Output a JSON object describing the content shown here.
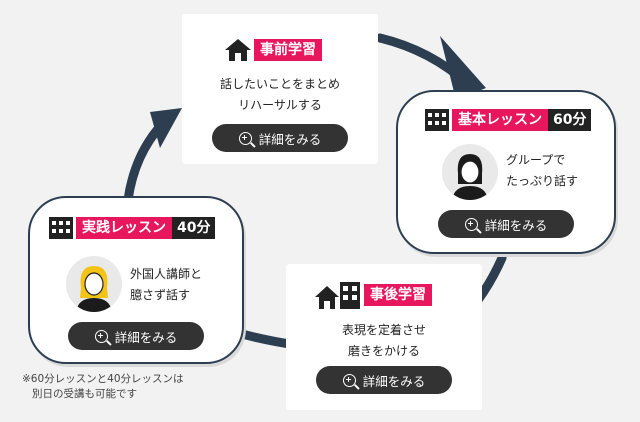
{
  "steps": [
    {
      "title": "事前学習",
      "lines": [
        "話したいことをまとめ",
        "リハーサルする"
      ],
      "button": "詳細をみる"
    },
    {
      "title": "基本レッスン",
      "minutes": "60分",
      "lines": [
        "グループで",
        "たっぷり話す"
      ],
      "button": "詳細をみる"
    },
    {
      "title": "事後学習",
      "lines": [
        "表現を定着させ",
        "磨きをかける"
      ],
      "button": "詳細をみる"
    },
    {
      "title": "実践レッスン",
      "minutes": "40分",
      "lines": [
        "外国人講師と",
        "臆さず話す"
      ],
      "button": "詳細をみる"
    }
  ],
  "note": [
    "※60分レッスンと40分レッスンは",
    "別日の受講も可能です"
  ],
  "colors": {
    "accent": "#e8175d",
    "navy": "#2d3e50",
    "button": "#333333"
  },
  "icons": [
    "house-icon",
    "building-icon",
    "zoom-in-icon",
    "teacher-avatar-icon",
    "learner-avatar-icon"
  ]
}
